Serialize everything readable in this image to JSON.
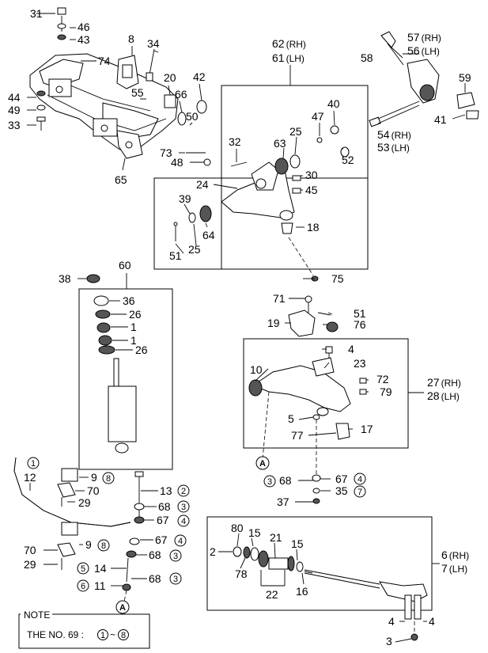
{
  "callouts": {
    "c31": "31",
    "c46": "46",
    "c43": "43",
    "c8": "8",
    "c34": "34",
    "c74": "74",
    "c20": "20",
    "c42": "42",
    "c66": "66",
    "c55": "55",
    "c44": "44",
    "c49": "49",
    "c33": "33",
    "c50": "50",
    "c73": "73",
    "c48": "48",
    "c65": "65",
    "c62": "62",
    "c62s": "(RH)",
    "c61": "61",
    "c61s": "(LH)",
    "c57": "57",
    "c57s": "(RH)",
    "c56": "56",
    "c56s": "(LH)",
    "c58": "58",
    "c59": "59",
    "c54": "54",
    "c54s": "(RH)",
    "c53": "53",
    "c53s": "(LH)",
    "c41": "41",
    "c40": "40",
    "c47": "47",
    "c25a": "25",
    "c32": "32",
    "c63": "63",
    "c52": "52",
    "c30": "30",
    "c45": "45",
    "c24": "24",
    "c39": "39",
    "c18": "18",
    "c64": "64",
    "c51a": "51",
    "c25b": "25",
    "c75": "75",
    "c60": "60",
    "c38": "38",
    "c36": "36",
    "c26a": "26",
    "c1a": "1",
    "c1b": "1",
    "c26b": "26",
    "c71": "71",
    "c51b": "51",
    "c19": "19",
    "c76": "76",
    "c4a": "4",
    "c23": "23",
    "c27": "27",
    "c27s": "(RH)",
    "c28": "28",
    "c28s": "(LH)",
    "c10": "10",
    "c72": "72",
    "c79": "79",
    "c5": "5",
    "c17": "17",
    "c77": "77",
    "cA1": "A",
    "c68a": "68",
    "c67a": "67",
    "c35": "35",
    "c37": "37",
    "c12": "12",
    "c9a": "9",
    "c70a": "70",
    "c29a": "29",
    "c13": "13",
    "c68b": "68",
    "c67b": "67",
    "c70b": "70",
    "c9b": "9",
    "c29b": "29",
    "c67c": "67",
    "c68c": "68",
    "c14": "14",
    "c11": "11",
    "c68d": "68",
    "cA2": "A",
    "c80": "80",
    "c15a": "15",
    "c21": "21",
    "c15b": "15",
    "c2": "2",
    "c78": "78",
    "c22": "22",
    "c16": "16",
    "c6": "6",
    "c6s": "(RH)",
    "c7": "7",
    "c7s": "(LH)",
    "c4b": "4",
    "c4c": "4",
    "c3": "3"
  },
  "circled": {
    "o1": "1",
    "o8a": "8",
    "o2": "2",
    "o3a": "3",
    "o4a": "4",
    "o8b": "8",
    "o4b": "4",
    "o3b": "3",
    "o5": "5",
    "o6": "6",
    "o3c": "3",
    "o3d": "3",
    "o4c": "4",
    "o7": "7"
  },
  "note": {
    "title": "NOTE",
    "text_prefix": "THE NO. 69 :",
    "range_start": "1",
    "range_sep": "~",
    "range_end": "8"
  }
}
